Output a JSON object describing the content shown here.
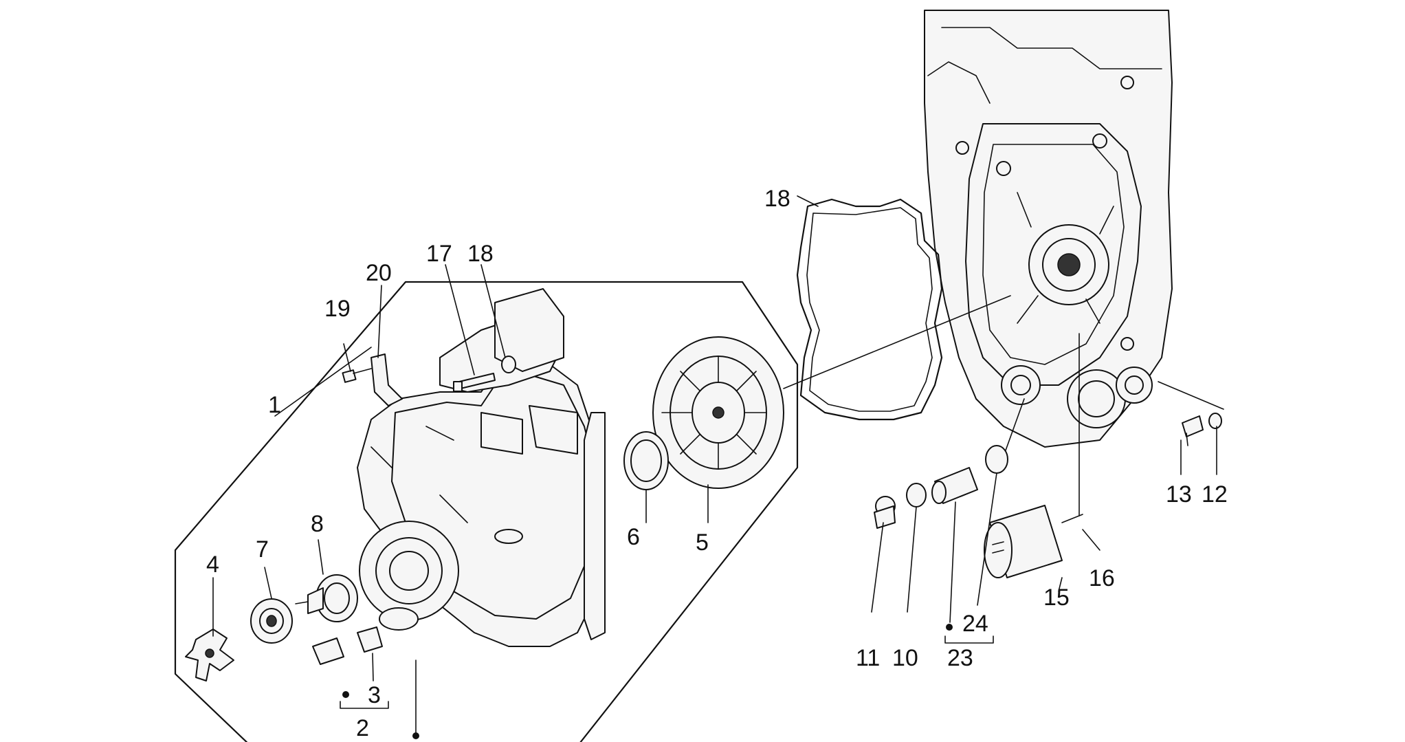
{
  "callouts": {
    "c1": "1",
    "c2": "2",
    "c3": "3",
    "c4": "4",
    "c5": "5",
    "c6": "6",
    "c7": "7",
    "c8": "8",
    "c10": "10",
    "c11": "11",
    "c12": "12",
    "c13": "13",
    "c15": "15",
    "c16": "16",
    "c17": "17",
    "c18a": "18",
    "c18b": "18",
    "c19": "19",
    "c20": "20",
    "c23": "23",
    "c24": "24"
  }
}
